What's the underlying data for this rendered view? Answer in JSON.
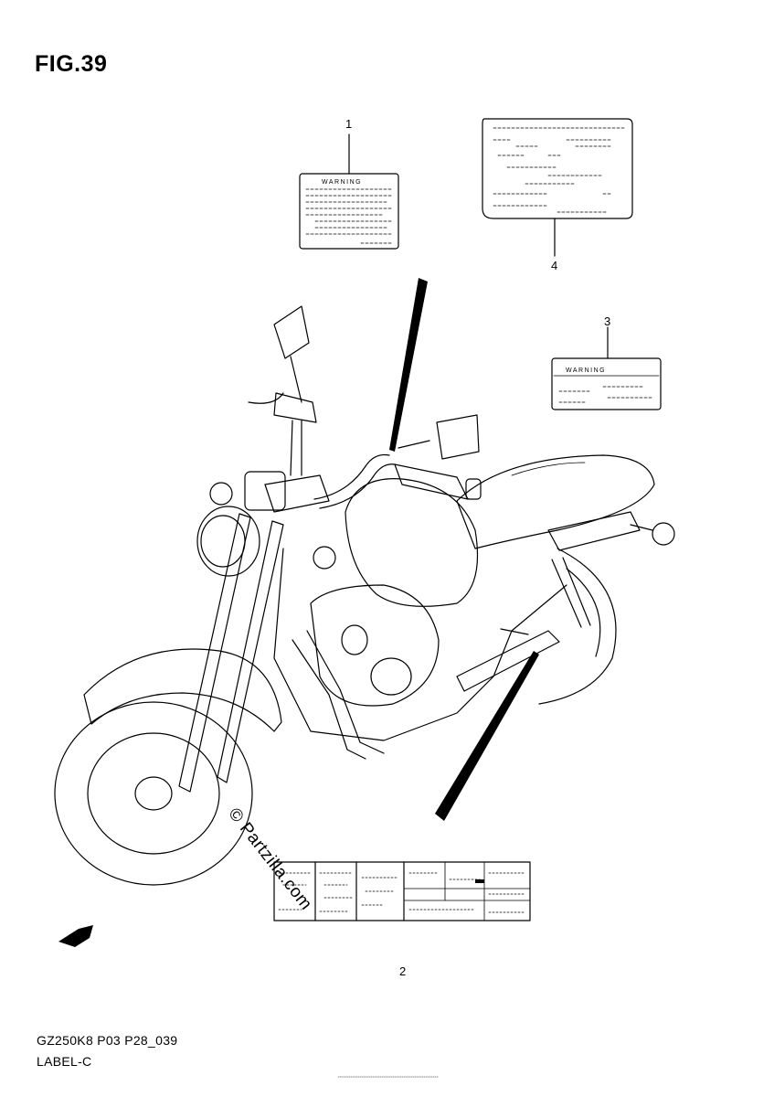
{
  "figure": {
    "title": "FIG.39",
    "code": "GZ250K8 P03 P28_039",
    "group": "LABEL-C"
  },
  "callouts": [
    {
      "number": "1"
    },
    {
      "number": "2"
    },
    {
      "number": "3"
    },
    {
      "number": "4"
    }
  ],
  "labels": {
    "warning_text": "WARNING",
    "fwd_text": "FWD"
  },
  "watermark": "© Partzilla.com",
  "colors": {
    "line": "#000000",
    "background": "#ffffff"
  }
}
